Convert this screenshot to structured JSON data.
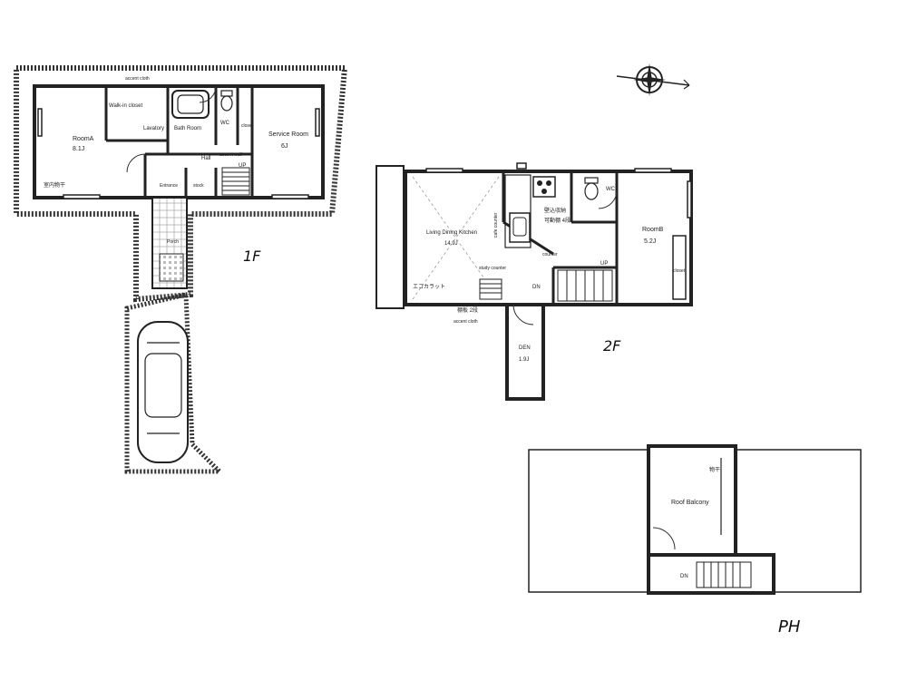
{
  "floors": {
    "first": {
      "label": "1F",
      "rooms": {
        "room_a": "RoomA",
        "room_a_size": "8.1J",
        "walk_in_closet": "Walk-in closet",
        "lavatory": "Lavatory",
        "bath_room": "Bath Room",
        "wc": "WC",
        "closet": "closet",
        "service_room": "Service Room",
        "service_room_size": "6J",
        "hall": "Hall",
        "accent_wall": "accent wall",
        "up": "UP",
        "entrance": "Entrance",
        "stock": "stock",
        "porch": "Porch",
        "accent_cloth": "accent cloth",
        "outdoor_drying": "室内物干"
      }
    },
    "second": {
      "label": "2F",
      "rooms": {
        "ldk": "Living Dining Kitchen",
        "ldk_size": "14.9J",
        "cafe_counter": "cafe counter",
        "storage": "壁込収納",
        "storage_sub": "可動棚 4段",
        "wc": "WC",
        "room_b": "RoomB",
        "room_b_size": "5.2J",
        "closet": "closet",
        "counter": "counter",
        "up": "UP",
        "dn": "DN",
        "study_counter": "study counter",
        "shelf": "棚板 2段",
        "accent_cloth": "accent cloth",
        "den": "DEN",
        "den_size": "1.9J",
        "ecocarat": "エコカラット"
      }
    },
    "ph": {
      "label": "PH",
      "rooms": {
        "roof_balcony": "Roof Balcony",
        "dn": "DN",
        "drying": "物干"
      }
    }
  },
  "icons": [
    "compass-icon",
    "car-icon",
    "bathtub-icon",
    "toilet-icon",
    "stove-icon",
    "sink-icon"
  ]
}
